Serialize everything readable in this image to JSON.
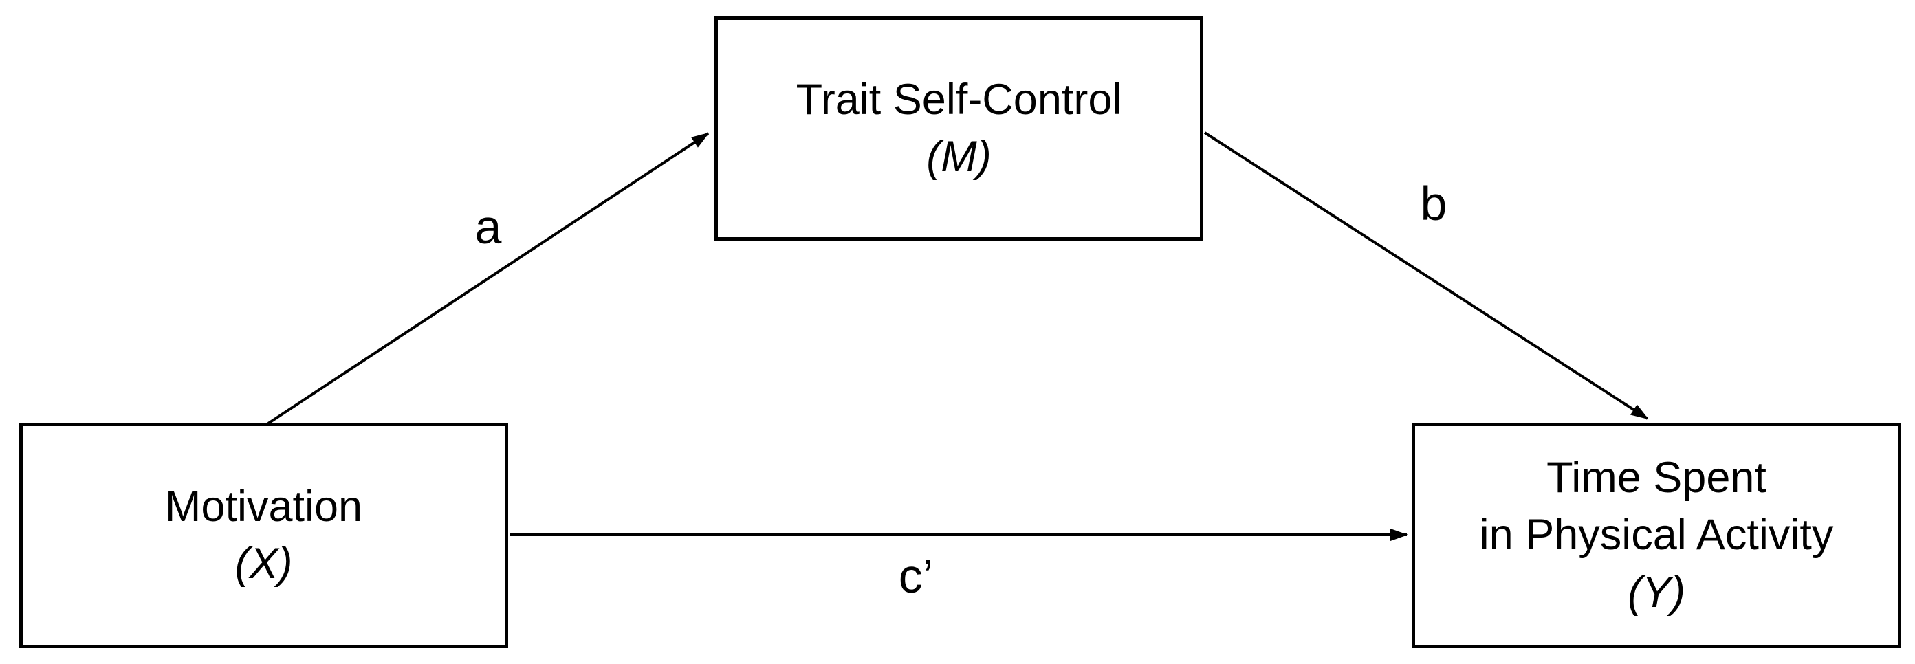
{
  "colors": {
    "ink": "#000000",
    "background": "#ffffff"
  },
  "nodes": {
    "mediator": {
      "title": "Trait Self-Control",
      "symbol": "(M)"
    },
    "predictor": {
      "title": "Motivation",
      "symbol": "(X)"
    },
    "outcome": {
      "title_line1": "Time Spent",
      "title_line2": "in Physical Activity",
      "symbol": "(Y)"
    }
  },
  "path_labels": {
    "a": "a",
    "b": "b",
    "c_prime": "c’"
  }
}
